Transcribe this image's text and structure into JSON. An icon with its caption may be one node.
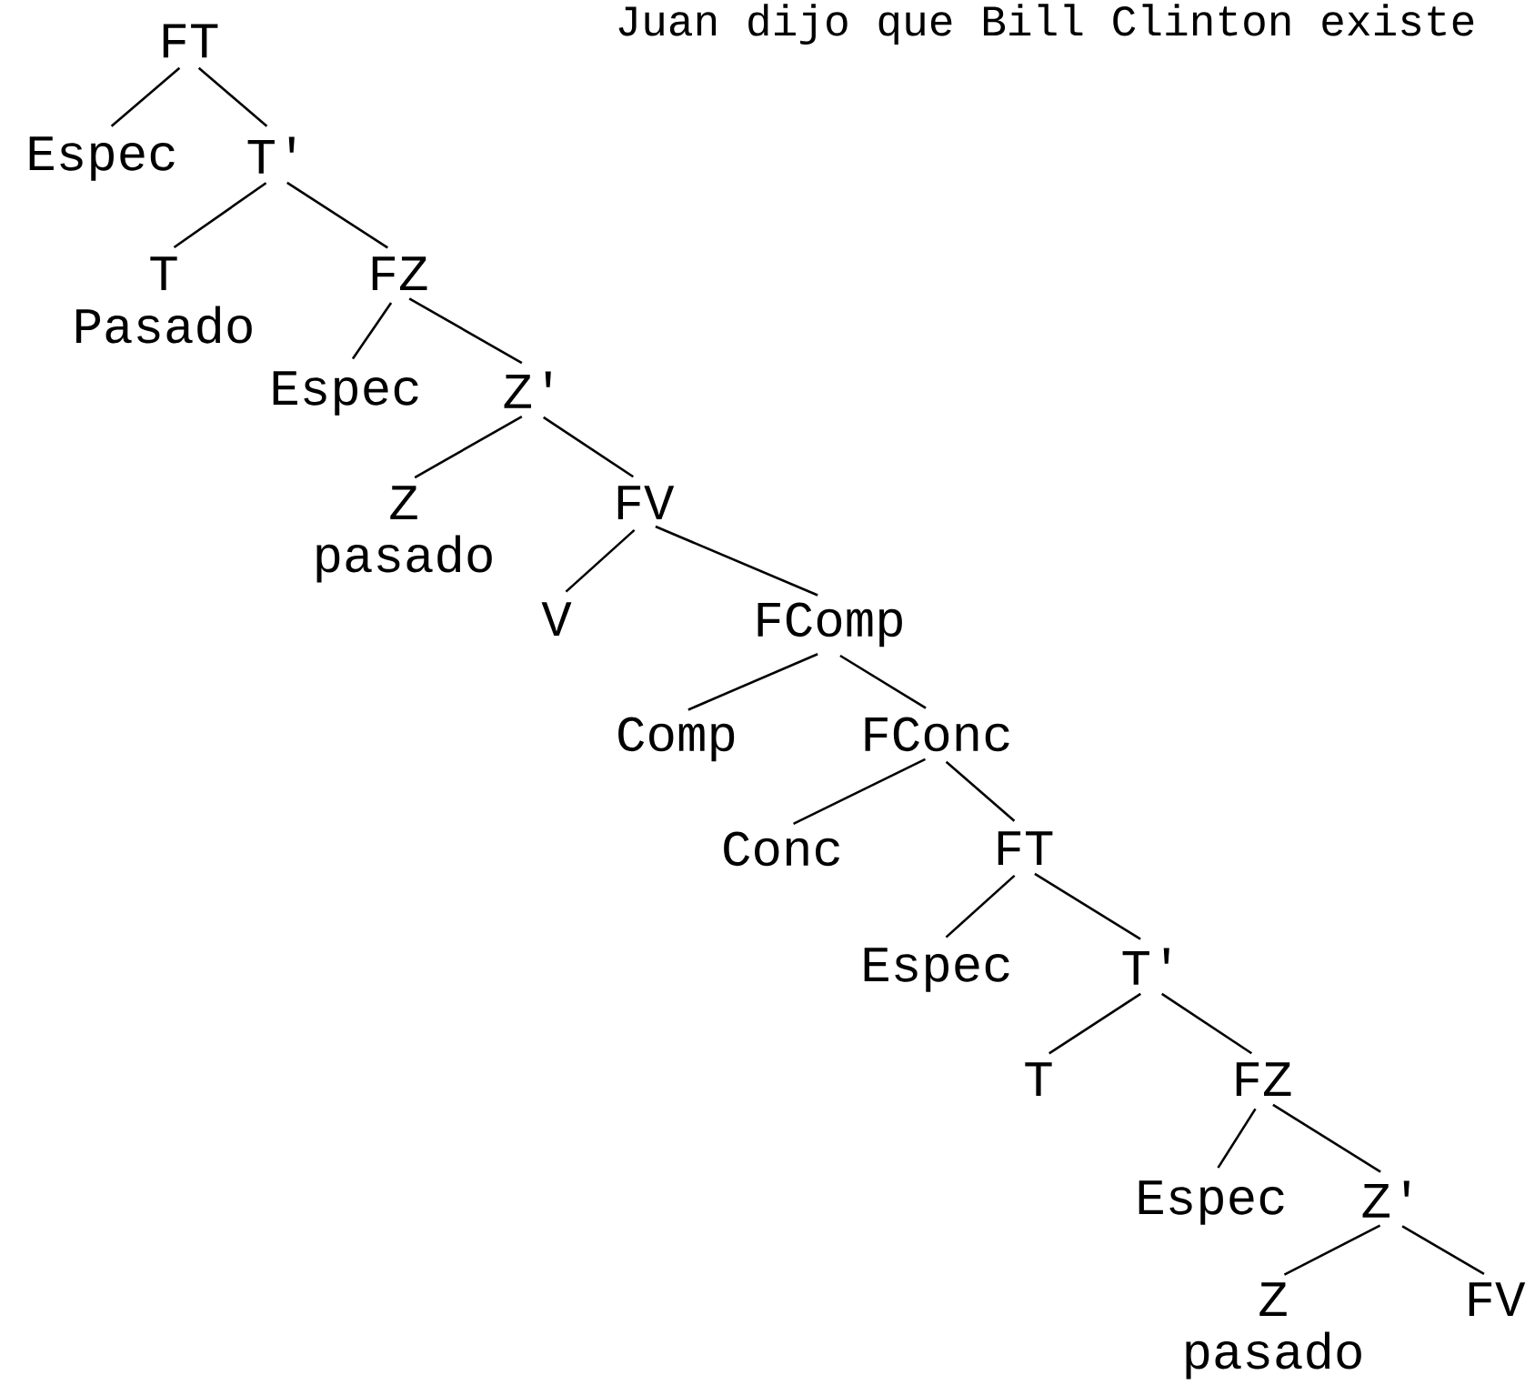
{
  "diagram": {
    "title": "Juan dijo que Bill Clinton existe",
    "nodes": [
      {
        "text": [
          "FT"
        ]
      },
      {
        "text": [
          "Espec"
        ]
      },
      {
        "text": [
          "T'"
        ]
      },
      {
        "text": [
          "T",
          "Pasado"
        ]
      },
      {
        "text": [
          "FZ"
        ]
      },
      {
        "text": [
          "Espec"
        ]
      },
      {
        "text": [
          "Z'"
        ]
      },
      {
        "text": [
          "Z",
          "pasado"
        ]
      },
      {
        "text": [
          "FV"
        ]
      },
      {
        "text": [
          "V"
        ]
      },
      {
        "text": [
          "FComp"
        ]
      },
      {
        "text": [
          "Comp"
        ]
      },
      {
        "text": [
          "FConc"
        ]
      },
      {
        "text": [
          "Conc"
        ]
      },
      {
        "text": [
          "FT"
        ]
      },
      {
        "text": [
          "Espec"
        ]
      },
      {
        "text": [
          "T'"
        ]
      },
      {
        "text": [
          "T"
        ]
      },
      {
        "text": [
          "FZ"
        ]
      },
      {
        "text": [
          "Espec"
        ]
      },
      {
        "text": [
          "Z'"
        ]
      },
      {
        "text": [
          "Z",
          "pasado"
        ]
      },
      {
        "text": [
          "FV"
        ]
      }
    ],
    "edges": [
      {
        "from": 0,
        "to": 1,
        "arrow": "none"
      },
      {
        "from": 0,
        "to": 2,
        "arrow": "none"
      },
      {
        "from": 2,
        "to": 3,
        "arrow": "none"
      },
      {
        "from": 2,
        "to": 4,
        "arrow": "none"
      },
      {
        "from": 4,
        "to": 5,
        "arrow": "none"
      },
      {
        "from": 4,
        "to": 6,
        "arrow": "none"
      },
      {
        "from": 6,
        "to": 7,
        "arrow": "none"
      },
      {
        "from": 6,
        "to": 8,
        "arrow": "none"
      },
      {
        "from": 8,
        "to": 9,
        "arrow": "none"
      },
      {
        "from": 8,
        "to": 10,
        "arrow": "none"
      },
      {
        "from": 10,
        "to": 11,
        "arrow": "none"
      },
      {
        "from": 10,
        "to": 12,
        "arrow": "none"
      },
      {
        "from": 12,
        "to": 13,
        "arrow": "none"
      },
      {
        "from": 12,
        "to": 14,
        "arrow": "none"
      },
      {
        "from": 14,
        "to": 15,
        "arrow": "none"
      },
      {
        "from": 14,
        "to": 16,
        "arrow": "none"
      },
      {
        "from": 16,
        "to": 17,
        "arrow": "none"
      },
      {
        "from": 16,
        "to": 18,
        "arrow": "none"
      },
      {
        "from": 18,
        "to": 19,
        "arrow": "none"
      },
      {
        "from": 18,
        "to": 20,
        "arrow": "none"
      },
      {
        "from": 20,
        "to": 21,
        "arrow": "none"
      },
      {
        "from": 20,
        "to": 22,
        "arrow": "none"
      }
    ]
  }
}
